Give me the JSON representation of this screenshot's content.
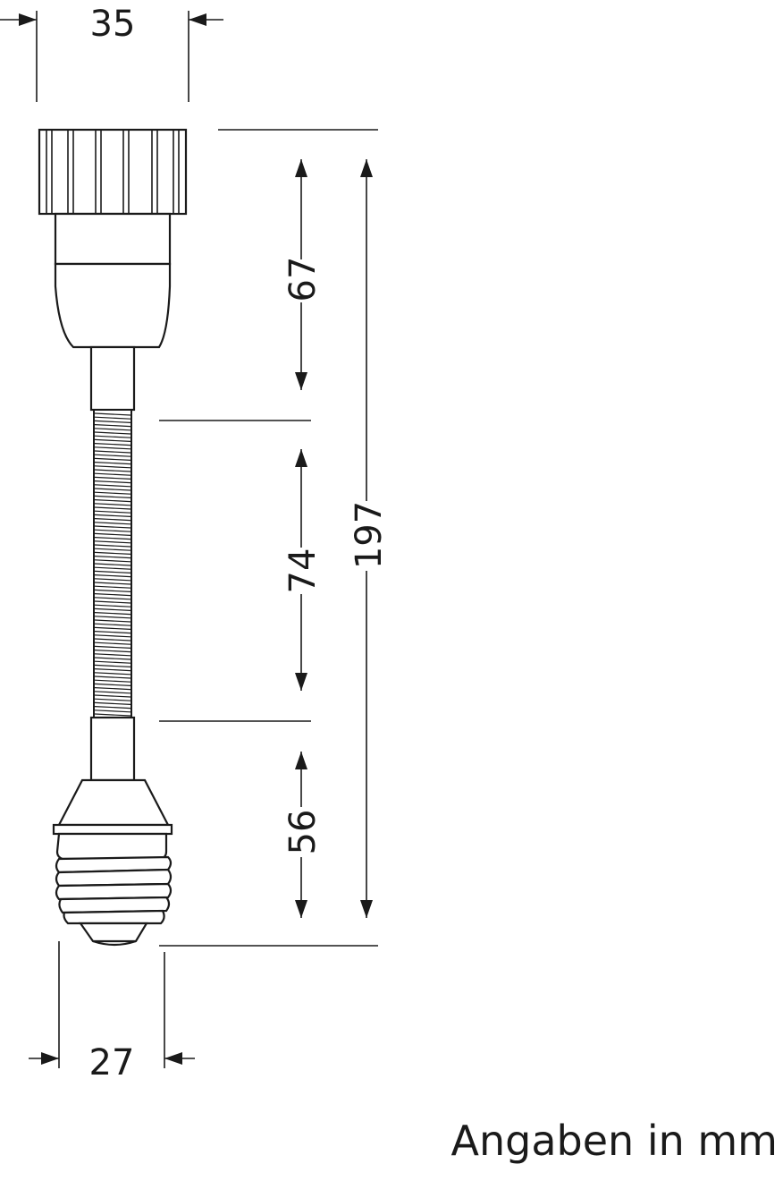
{
  "dimensions": {
    "top_width": "35",
    "bottom_width": "27",
    "upper_section": "67",
    "middle_section": "74",
    "lower_section": "56",
    "total_height": "197"
  },
  "note": "Angaben in mm",
  "colors": {
    "line": "#1a1a1a",
    "background": "#ffffff"
  }
}
